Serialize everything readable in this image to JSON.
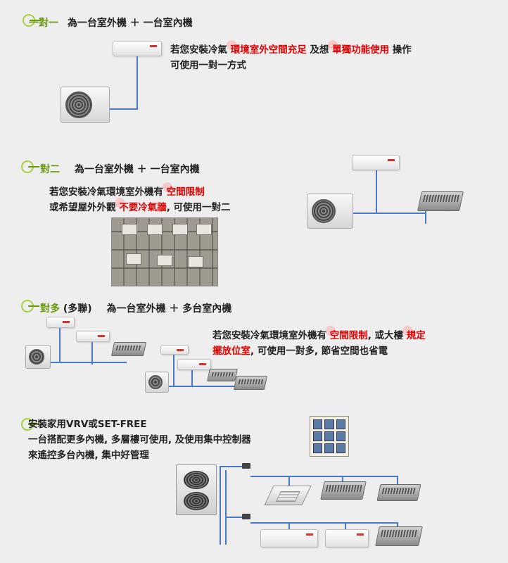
{
  "sections": [
    {
      "heading_prefix": "一對一",
      "heading_text": "為一台室外機 ＋ 一台室內機",
      "lines": [
        [
          "若您安裝冷氣 ",
          "環境室外空間充足",
          " 及想 ",
          "單獨功能使用",
          " 操作"
        ],
        [
          "可使用一對一方式"
        ]
      ]
    },
    {
      "heading_prefix": "對二",
      "heading_text": "為一台室外機 ＋ 一台室內機",
      "lines": [
        [
          "若您安裝冷氣環境室外機有 ",
          "空間限制"
        ],
        [
          "或希望屋外外觀 ",
          "不要冷氣牆",
          ", 可使用一對二"
        ]
      ]
    },
    {
      "heading_prefix": "對多",
      "heading_suffix": "(多聯)",
      "heading_text": "為一台室外機 ＋ 多台室內機",
      "lines": [
        [
          "若您安裝冷氣環境室外機有 ",
          "空間限制",
          ", 或大樓 ",
          "規定"
        ],
        [
          "擺放位室",
          ", 可使用一對多, 節省空間也省電"
        ]
      ]
    },
    {
      "heading_text": "安裝家用VRV或SET-FREE",
      "lines": [
        [
          "一台搭配更多內機, 多層樓可使用, 及使用集中控制器"
        ],
        [
          "來遙控多台內機, 集中好管理"
        ]
      ]
    }
  ],
  "colors": {
    "accent_green": "#6a9a12",
    "highlight_red": "#e00000",
    "pipe_blue": "#4a78c9",
    "background": "#eeeeee"
  }
}
